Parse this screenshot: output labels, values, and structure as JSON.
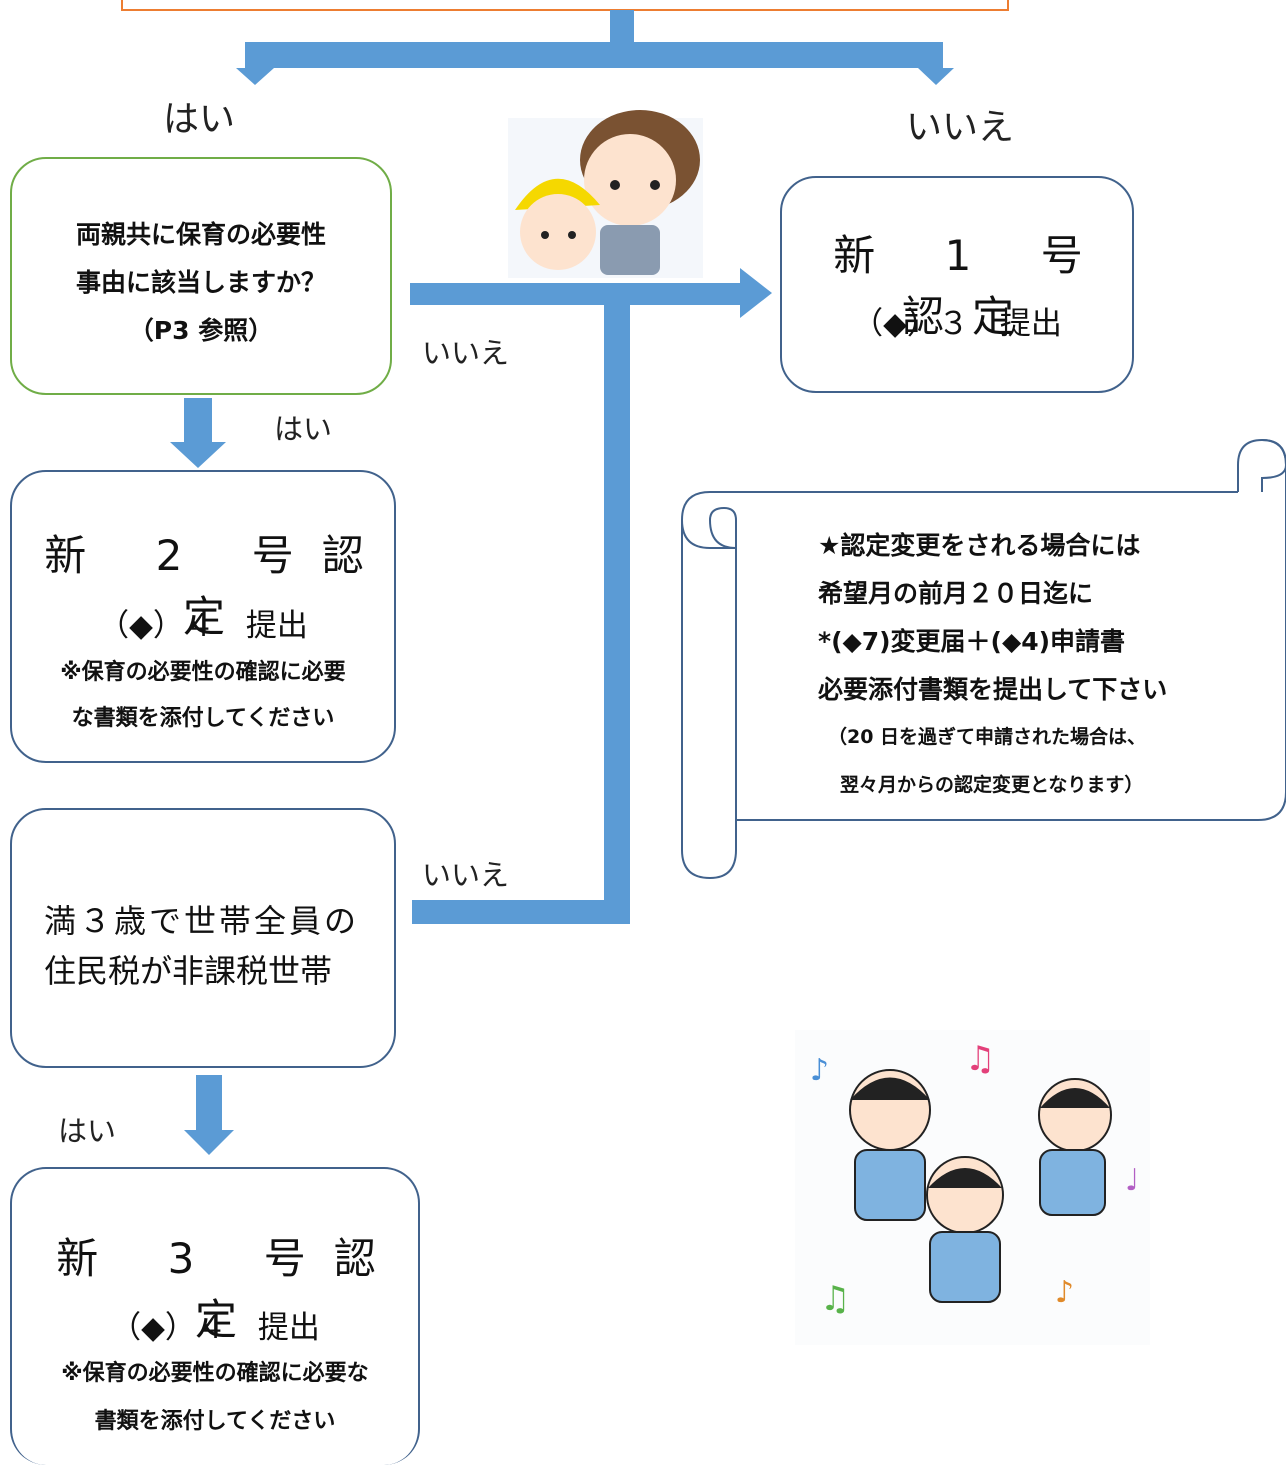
{
  "labels": {
    "yes_top": "はい",
    "no_top": "いいえ",
    "no_mid": "いいえ",
    "yes_mid": "はい",
    "no_low": "いいえ",
    "yes_low": "はい"
  },
  "question_both_parents": {
    "line1": "両親共に保育の必要性",
    "line2": "事由に該当しますか？",
    "line3": "（P3 参照）"
  },
  "cert1": {
    "title": "新 1 号認定",
    "submit": "（◆）３　提出"
  },
  "cert2": {
    "title": "新 2 号認定",
    "submit": "（◆）４　提出",
    "note1": "※保育の必要性の確認に必要",
    "note2": "な書類を添付してください"
  },
  "question_tax": {
    "line1": "満３歳で世帯全員の",
    "line2": "住民税が非課税世帯"
  },
  "cert3": {
    "title": "新 3 号認定",
    "submit": "（◆）４　提出",
    "note1": "※保育の必要性の確認に必要な",
    "note2": "書類を添付してください"
  },
  "scroll_note": {
    "line1": "★認定変更をされる場合には",
    "line2": "希望月の前月２０日迄に",
    "line3": "*(◆7)変更届＋(◆4)申請書",
    "line4": "必要添付書類を提出して下さい",
    "line5": "（20 日を過ぎて申請された場合は、",
    "line6": "翌々月からの認定変更となります）"
  },
  "colors": {
    "arrow": "#5b9bd5",
    "green_border": "#70ad47",
    "blue_border": "#41628c",
    "orange_border": "#ed7d31"
  },
  "icons": [
    "mother-child-illustration",
    "dancing-children-illustration"
  ]
}
